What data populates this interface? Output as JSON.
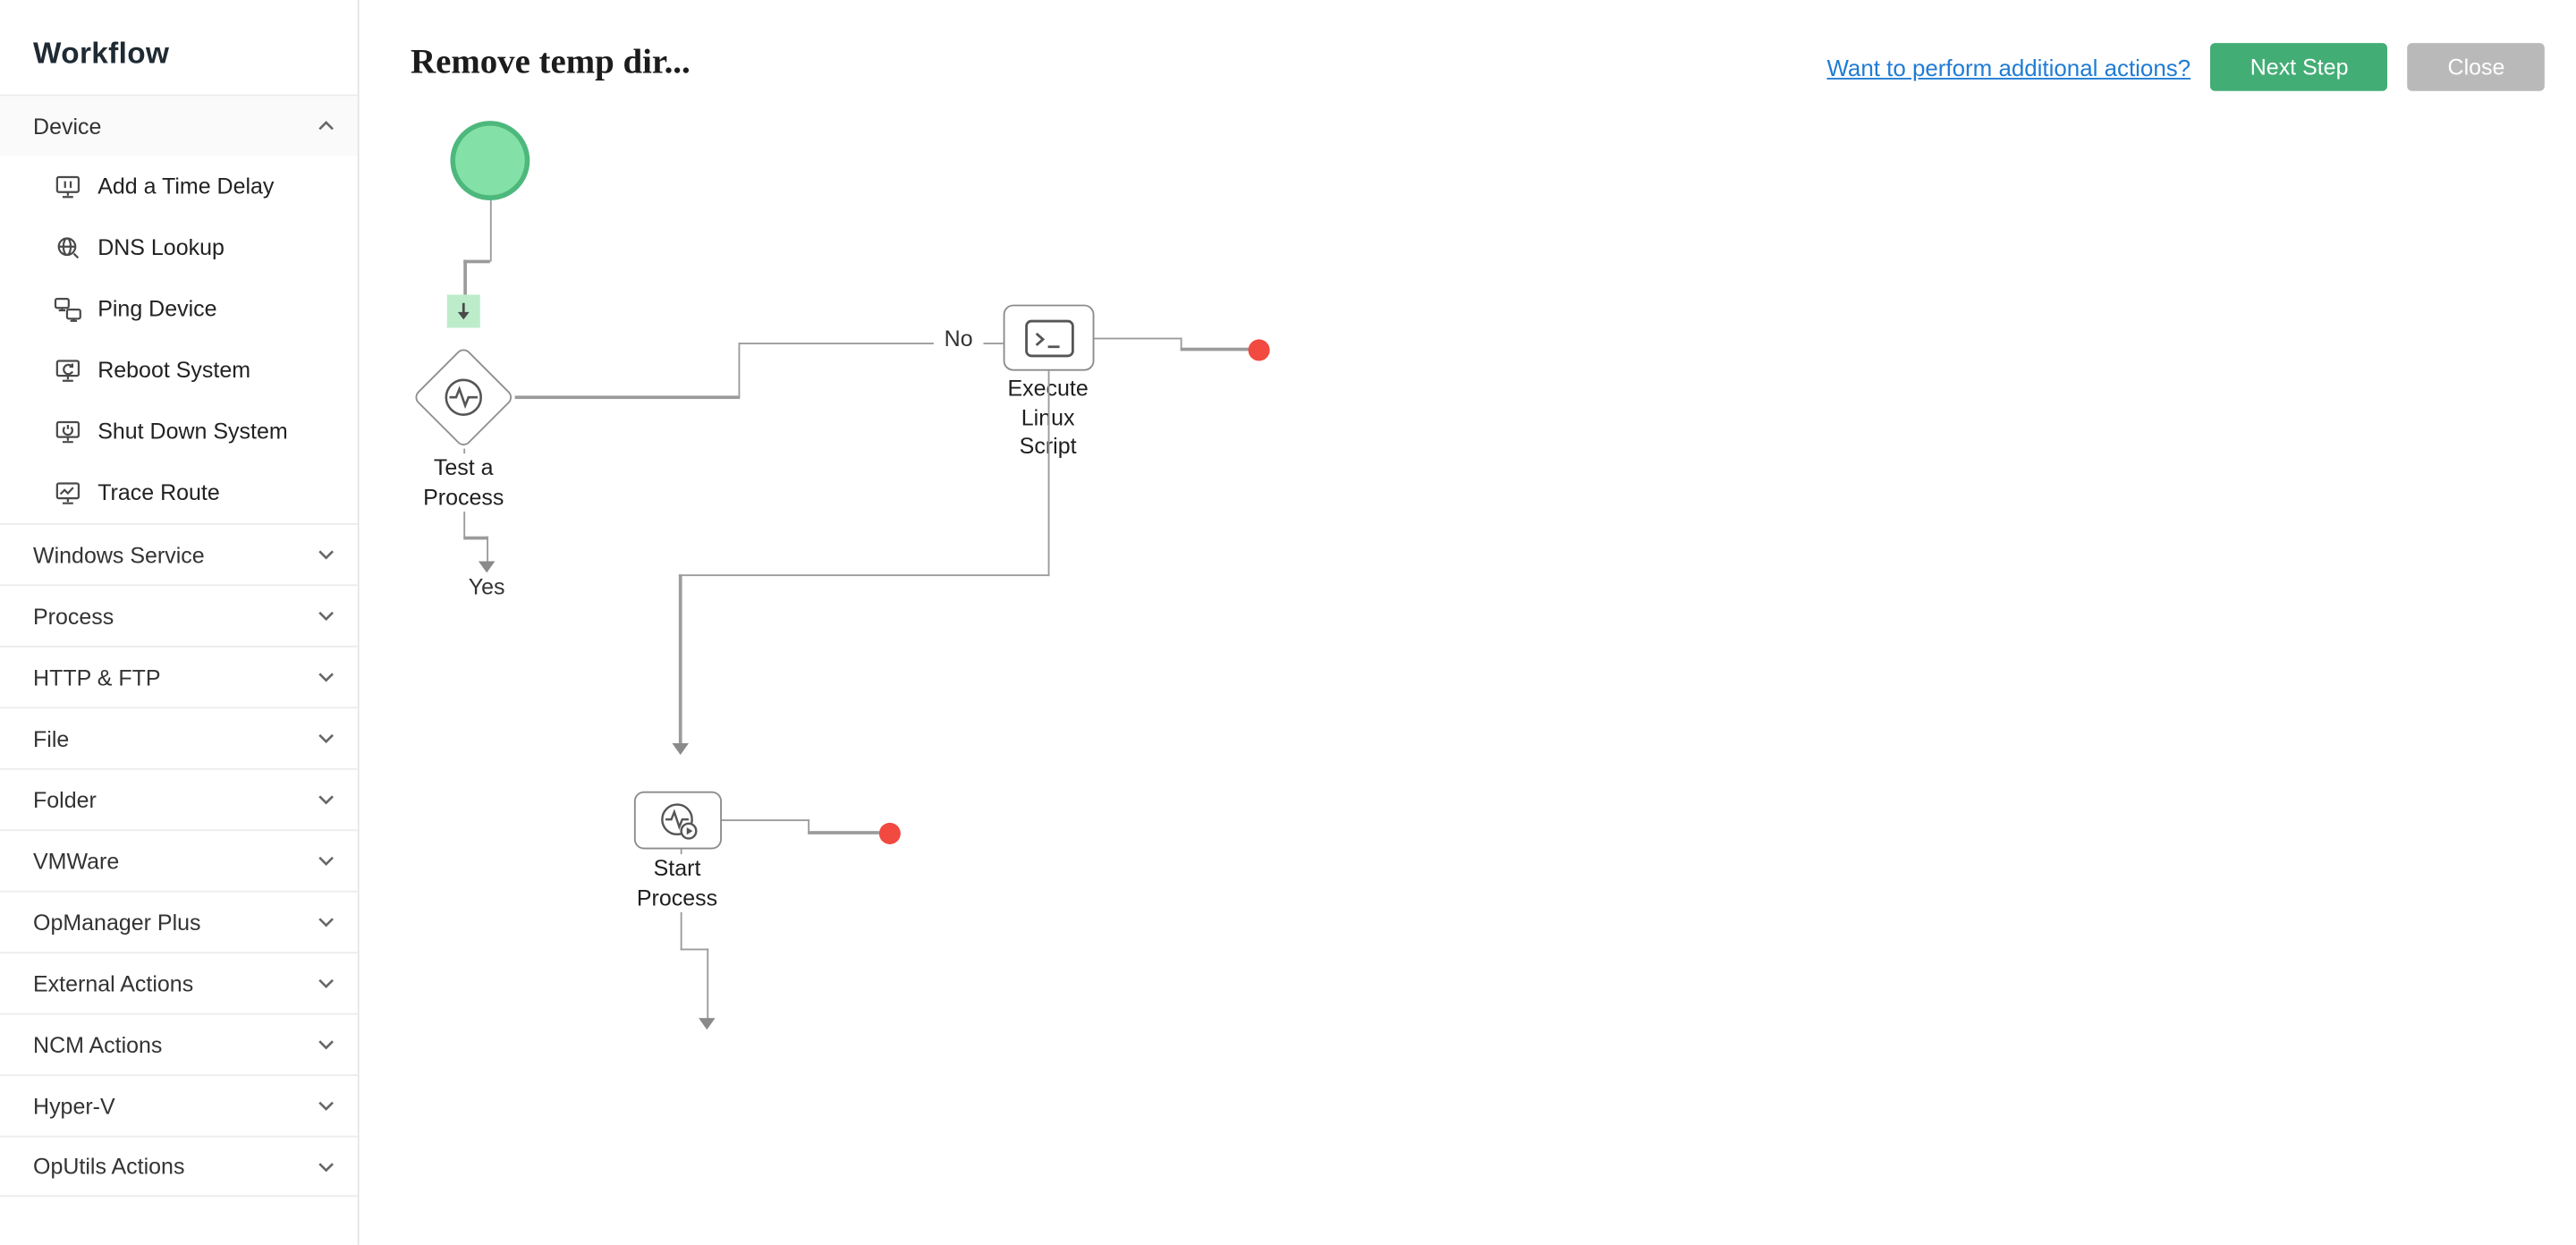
{
  "sidebar": {
    "title": "Workflow",
    "sections": [
      {
        "label": "Device",
        "expanded": true,
        "items": [
          {
            "label": "Add a Time Delay"
          },
          {
            "label": "DNS Lookup"
          },
          {
            "label": "Ping Device"
          },
          {
            "label": "Reboot System"
          },
          {
            "label": "Shut Down System"
          },
          {
            "label": "Trace Route"
          }
        ]
      },
      {
        "label": "Windows Service"
      },
      {
        "label": "Process"
      },
      {
        "label": "HTTP & FTP"
      },
      {
        "label": "File"
      },
      {
        "label": "Folder"
      },
      {
        "label": "VMWare"
      },
      {
        "label": "OpManager Plus"
      },
      {
        "label": "External Actions"
      },
      {
        "label": "NCM Actions"
      },
      {
        "label": "Hyper-V"
      },
      {
        "label": "OpUtils Actions"
      }
    ]
  },
  "header": {
    "title": "Remove temp dir...",
    "actions_link": "Want to perform additional actions?",
    "next_step_label": "Next Step",
    "close_label": "Close"
  },
  "workflow": {
    "nodes": [
      {
        "id": "start",
        "type": "start"
      },
      {
        "id": "test-a-process",
        "type": "decision",
        "label": "Test a Process"
      },
      {
        "id": "execute-linux-script",
        "type": "action",
        "label": "Execute Linux Script"
      },
      {
        "id": "start-process",
        "type": "action",
        "label": "Start Process"
      }
    ],
    "branch_labels": {
      "no": "No",
      "yes": "Yes"
    }
  },
  "colors": {
    "start_node_fill": "#83e1a8",
    "start_node_border": "#4db87c",
    "drop_target_green": "#bdeccb",
    "connector_gray": "#9b9b9b",
    "endpoint_red": "#f24940",
    "next_step_green": "#43ad76",
    "close_gray": "#b9b9b9",
    "link_blue": "#1f7cd4"
  }
}
